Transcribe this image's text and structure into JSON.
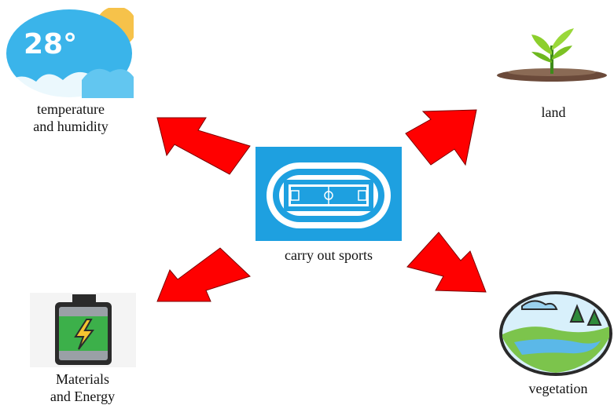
{
  "center": {
    "label": "carry out sports",
    "icon": "stadium-icon"
  },
  "nodes": {
    "temperature": {
      "label": "temperature\nand humidity",
      "icon": "weather-icon",
      "value": "28°"
    },
    "land": {
      "label": "land",
      "icon": "sprout-icon"
    },
    "materials": {
      "label": "Materials\nand Energy",
      "icon": "battery-icon"
    },
    "vegetation": {
      "label": "vegetation",
      "icon": "landscape-icon"
    }
  },
  "colors": {
    "arrow": "#ff0000",
    "stadium_bg": "#1ea0e0",
    "weather_blue": "#3ab4ea",
    "sun": "#f6c24a",
    "battery_green": "#3cb04a"
  }
}
